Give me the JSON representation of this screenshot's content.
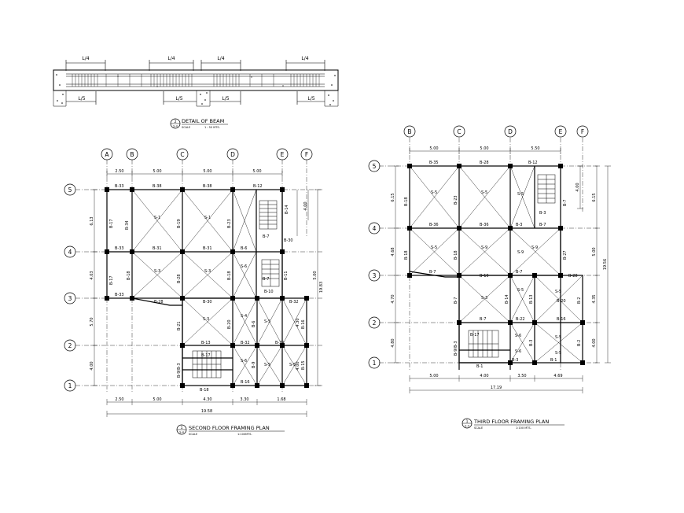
{
  "beam_detail": {
    "title": "DETAIL OF BEAM",
    "ref_num": "2",
    "ref_sheet": "S-4",
    "scale_label": "SCALE",
    "scale_value": "1 : 50 MTS.",
    "top_dims": [
      "L/4",
      "L/4",
      "L/4",
      "L/4"
    ],
    "bottom_dims": [
      "L/5",
      "L/5",
      "L/5",
      "L/5"
    ]
  },
  "second_floor": {
    "title": "SECOND FLOOR FRAMING PLAN",
    "ref_num": "1",
    "ref_sheet": "S-4",
    "scale_label": "SCALE",
    "scale_value": "1:100MTS.",
    "grid_cols": [
      "A",
      "B",
      "C",
      "D",
      "E",
      "F"
    ],
    "grid_rows": [
      "5",
      "4",
      "3",
      "2",
      "1"
    ],
    "top_spans": [
      "2.50",
      "5.00",
      "5.00",
      "5.00"
    ],
    "bottom_spans": [
      "2.50",
      "5.00",
      "4.30",
      "3.30",
      "1.68"
    ],
    "total_width": "19.58",
    "left_spans": [
      "6.13",
      "4.03",
      "5.70",
      "4.00"
    ],
    "right_dims": [
      "4.00",
      "5.00",
      "4.30",
      "4.00"
    ],
    "total_height": "19.83",
    "beam_labels": [
      "B-33",
      "B-38",
      "B-38",
      "B-12",
      "B-17",
      "B-34",
      "B-19",
      "B-23",
      "B-14",
      "B-33",
      "B-31",
      "B-31",
      "B-6",
      "B-30",
      "B-17",
      "B-18",
      "B-28",
      "B-18",
      "B-11",
      "B-33",
      "B-28",
      "B-30",
      "B-10",
      "B-32",
      "B-21",
      "B-20",
      "B-6",
      "B-13",
      "B-32",
      "B-29",
      "B-16",
      "B-9",
      "B-15",
      "B-16",
      "B-18",
      "B-17",
      "B-7",
      "B-7",
      "B-9/B-3"
    ],
    "slab_labels": [
      "S-1",
      "S-1",
      "S-3",
      "S-3",
      "S-3",
      "S-4",
      "S-5",
      "S-6",
      "S-6",
      "S-5",
      "S-5"
    ]
  },
  "third_floor": {
    "title": "THIRD FLOOR FRAMING PLAN",
    "ref_num": "1",
    "ref_sheet": "S-4",
    "scale_label": "SCALE",
    "scale_value": "1:100 MTS.",
    "grid_cols": [
      "B",
      "C",
      "D",
      "E",
      "F"
    ],
    "grid_rows": [
      "5",
      "4",
      "3",
      "2",
      "1"
    ],
    "top_spans": [
      "5.00",
      "5.00",
      "5.50"
    ],
    "bottom_spans": [
      "5.00",
      "4.00",
      "3.50",
      "4.69"
    ],
    "total_width": "17.19",
    "left_spans": [
      "6.15",
      "4.68",
      "4.70",
      "4.80"
    ],
    "right_dims": [
      "4.00",
      "6.15",
      "5.00",
      "4.35",
      "4.00"
    ],
    "total_height": "19.56",
    "beam_labels": [
      "B-35",
      "B-28",
      "B-12",
      "B-18",
      "B-23",
      "B-7",
      "B-3",
      "B-36",
      "B-36",
      "B-3",
      "B-7",
      "B-18",
      "B-18",
      "B-27",
      "B-7",
      "B-10",
      "B-7",
      "B-28",
      "B-7",
      "B-14",
      "B-13",
      "B-2",
      "B-7",
      "B-22",
      "B-16",
      "B-9/B-3",
      "B-17",
      "B-3",
      "B-3",
      "B-2",
      "B-1",
      "B-1",
      "B-20"
    ],
    "slab_labels": [
      "S-5",
      "S-5",
      "S-5",
      "S-5",
      "S-9",
      "S-9",
      "S-9",
      "S-3",
      "S-5",
      "S-5",
      "S-6",
      "S-5",
      "S-6",
      "S-5"
    ]
  }
}
